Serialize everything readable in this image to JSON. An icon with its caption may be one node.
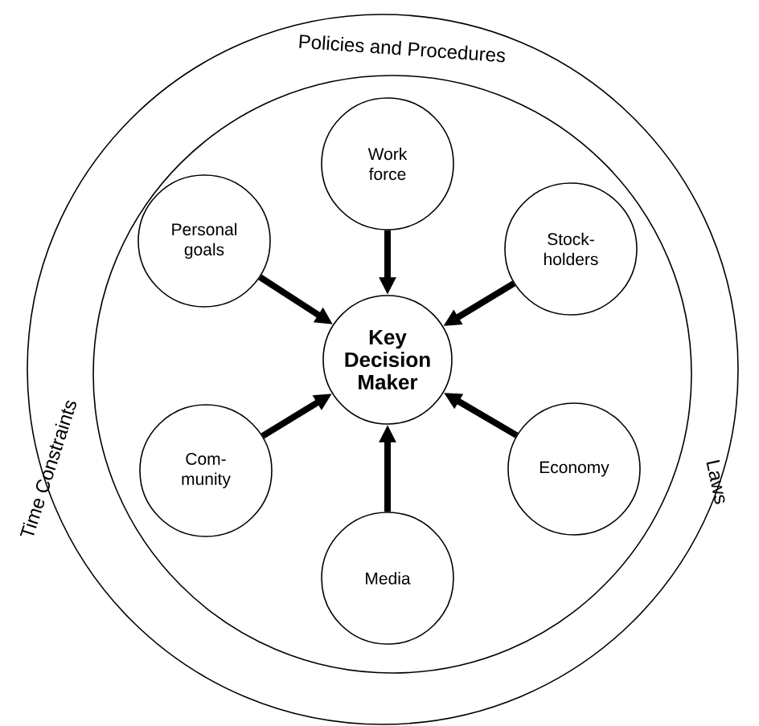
{
  "diagram": {
    "nodes": [
      {
        "text": [
          "Policies and Procedures",
          "Laws",
          "Time Constraints"
        ]
      },
      {
        "text": [],
        "shape": "circle",
        "in": 0
      },
      {
        "text": [
          "Work force"
        ],
        "in": 1
      },
      {
        "text": [
          "Personal goals"
        ],
        "in": 1
      },
      {
        "text": [
          "Stock-holders"
        ],
        "in": 1
      },
      {
        "text": [
          "Key Decision Maker"
        ],
        "in": 1
      },
      {
        "text": [
          "Com-munity"
        ],
        "in": 1
      },
      {
        "text": [
          "Economy"
        ],
        "in": 1
      },
      {
        "text": [
          "Media"
        ],
        "in": 1
      }
    ],
    "edges": [
      {
        "from": 2,
        "to": 5,
        "arrow": "to"
      },
      {
        "from": 3,
        "to": 5,
        "arrow": "to"
      },
      {
        "from": 4,
        "to": 5,
        "arrow": "to"
      },
      {
        "from": 6,
        "to": 5,
        "arrow": "to"
      },
      {
        "from": 7,
        "to": 5,
        "arrow": "to"
      },
      {
        "from": 8,
        "to": 5,
        "arrow": "to"
      }
    ]
  }
}
